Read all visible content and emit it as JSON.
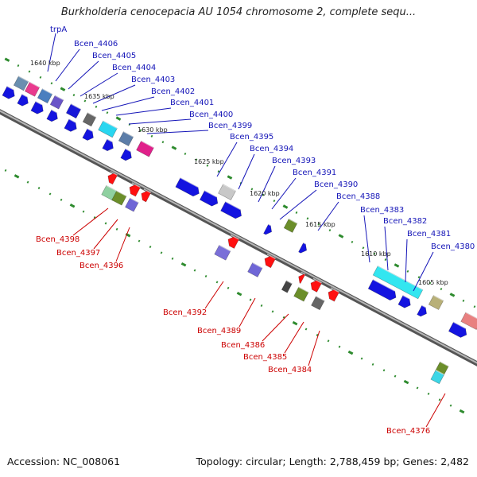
{
  "title": "Burkholderia cenocepacia AU 1054 chromosome 2, complete sequ...",
  "footer": {
    "accession": "Accession: NC_008061",
    "topology": "Topology: circular; Length: 2,788,459 bp; Genes: 2,482"
  },
  "colors": {
    "backbone": "#8c8c8c",
    "tick": "#2e8b2e",
    "plus_label": "#1515b8",
    "minus_label": "#cc0000"
  },
  "kbp_labels": [
    "1640 kbp",
    "1635 kbp",
    "1630 kbp",
    "1625 kbp",
    "1620 kbp",
    "1615 kbp",
    "1610 kbp",
    "1605 kbp"
  ],
  "plus_genes": [
    "trpA",
    "Bcen_4406",
    "Bcen_4405",
    "Bcen_4404",
    "Bcen_4403",
    "Bcen_4402",
    "Bcen_4401",
    "Bcen_4400",
    "Bcen_4399",
    "Bcen_4395",
    "Bcen_4394",
    "Bcen_4393",
    "Bcen_4391",
    "Bcen_4390",
    "Bcen_4388",
    "Bcen_4383",
    "Bcen_4382",
    "Bcen_4381",
    "Bcen_4380"
  ],
  "minus_genes": [
    "Bcen_4398",
    "Bcen_4397",
    "Bcen_4396",
    "Bcen_4392",
    "Bcen_4389",
    "Bcen_4386",
    "Bcen_4385",
    "Bcen_4384",
    "Bcen_4376"
  ]
}
